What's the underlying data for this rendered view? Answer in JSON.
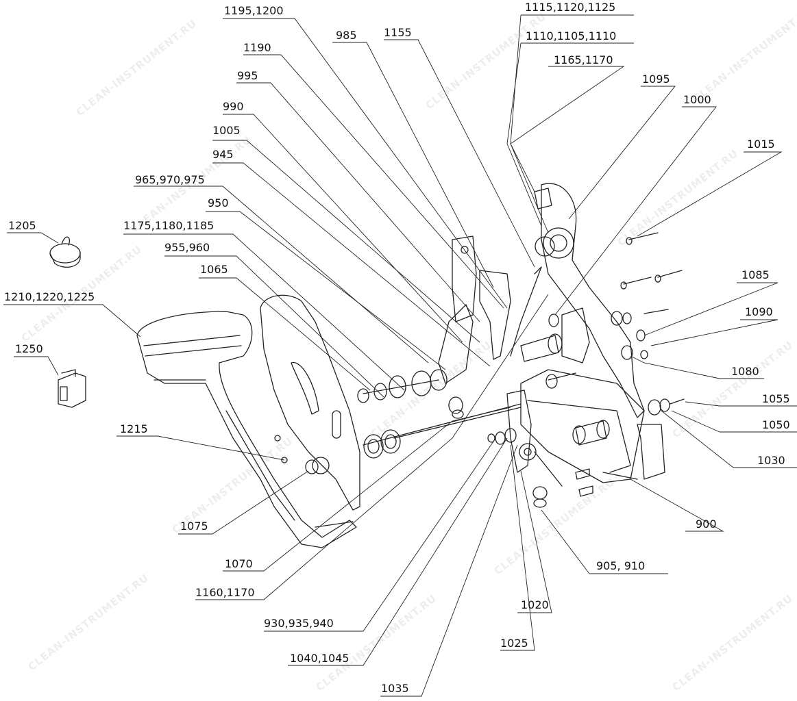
{
  "watermark": "CLEAN-INSTRUMENT.RU",
  "callouts": [
    {
      "id": "c1195",
      "text": "1195,1200"
    },
    {
      "id": "c1115",
      "text": "1115,1120,1125"
    },
    {
      "id": "c985",
      "text": "985"
    },
    {
      "id": "c1155",
      "text": "1155"
    },
    {
      "id": "c1110",
      "text": "1110,1105,1110"
    },
    {
      "id": "c1190",
      "text": "1190"
    },
    {
      "id": "c1165",
      "text": "1165,1170"
    },
    {
      "id": "c995",
      "text": "995"
    },
    {
      "id": "c1095",
      "text": "1095"
    },
    {
      "id": "c990",
      "text": "990"
    },
    {
      "id": "c1000",
      "text": "1000"
    },
    {
      "id": "c1005",
      "text": "1005"
    },
    {
      "id": "c1015",
      "text": "1015"
    },
    {
      "id": "c945",
      "text": "945"
    },
    {
      "id": "c965",
      "text": "965,970,975"
    },
    {
      "id": "c950",
      "text": "950"
    },
    {
      "id": "c1205",
      "text": "1205"
    },
    {
      "id": "c1175",
      "text": "1175,1180,1185"
    },
    {
      "id": "c955",
      "text": "955,960"
    },
    {
      "id": "c1065",
      "text": "1065"
    },
    {
      "id": "c1085",
      "text": "1085"
    },
    {
      "id": "c1210",
      "text": "1210,1220,1225"
    },
    {
      "id": "c1090",
      "text": "1090"
    },
    {
      "id": "c1250",
      "text": "1250"
    },
    {
      "id": "c1080",
      "text": "1080"
    },
    {
      "id": "c1055",
      "text": "1055"
    },
    {
      "id": "c1050",
      "text": "1050"
    },
    {
      "id": "c1215",
      "text": "1215"
    },
    {
      "id": "c1030",
      "text": "1030"
    },
    {
      "id": "c1075",
      "text": "1075"
    },
    {
      "id": "c900",
      "text": "900"
    },
    {
      "id": "c1070",
      "text": "1070"
    },
    {
      "id": "c905",
      "text": "905, 910"
    },
    {
      "id": "c1160",
      "text": "1160,1170"
    },
    {
      "id": "c1020",
      "text": "1020"
    },
    {
      "id": "c930",
      "text": "930,935,940"
    },
    {
      "id": "c1025",
      "text": "1025"
    },
    {
      "id": "c1040",
      "text": "1040,1045"
    },
    {
      "id": "c1035",
      "text": "1035"
    }
  ]
}
